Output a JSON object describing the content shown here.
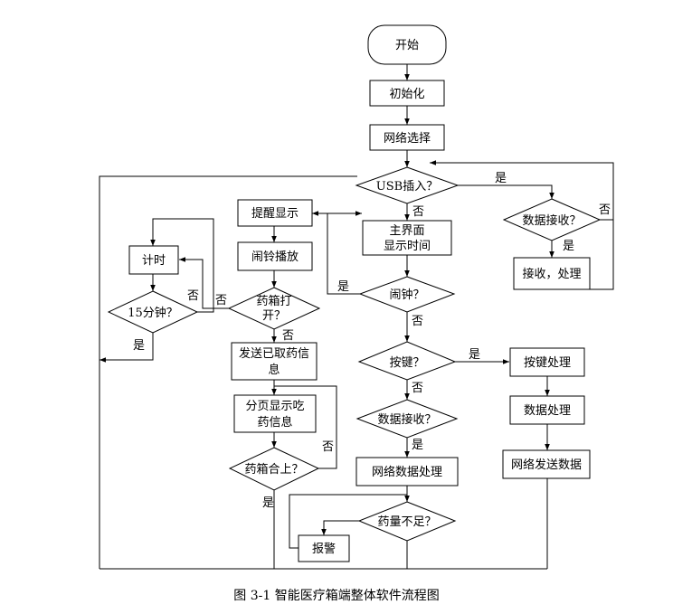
{
  "diagram": {
    "nodes": {
      "start": "开始",
      "init": "初始化",
      "network_select": "网络选择",
      "usb": "USB插入？",
      "recv_check_right": "数据接收？",
      "recv_process": "接收，处理",
      "main_ui_1": "主界面",
      "main_ui_2": "显示时间",
      "alarm": "闹钟？",
      "key": "按键？",
      "key_process": "按键处理",
      "data_process": "数据处理",
      "net_send": "网络发送数据",
      "recv_check_mid": "数据接收？",
      "net_data_process": "网络数据处理",
      "low_med": "药量不足？",
      "warn": "报警",
      "remind": "提醒显示",
      "ring": "闹铃播放",
      "box_open_1": "药箱打",
      "box_open_2": "开？",
      "send_taken_1": "发送已取药信",
      "send_taken_2": "息",
      "page_show_1": "分页显示吃",
      "page_show_2": "药信息",
      "box_close": "药箱合上？",
      "timer": "计时",
      "fifteen": "15分钟？"
    },
    "labels": {
      "yes": "是",
      "no": "否"
    }
  },
  "caption": "图 3-1  智能医疗箱端整体软件流程图"
}
